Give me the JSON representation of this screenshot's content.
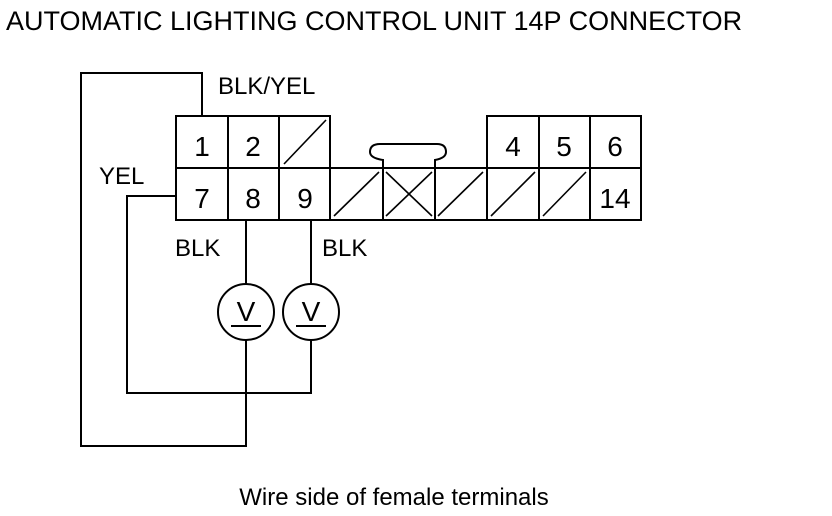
{
  "title": "AUTOMATIC LIGHTING CONTROL UNIT 14P CONNECTOR",
  "caption": "Wire side of female terminals",
  "wire_labels": {
    "pin1": "BLK/YEL",
    "pin7": "YEL",
    "pin8": "BLK",
    "pin9": "BLK"
  },
  "pins": {
    "p1": "1",
    "p2": "2",
    "p4": "4",
    "p5": "5",
    "p6": "6",
    "p7": "7",
    "p8": "8",
    "p9": "9",
    "p14": "14"
  },
  "symbols": {
    "voltmeter": "V"
  }
}
